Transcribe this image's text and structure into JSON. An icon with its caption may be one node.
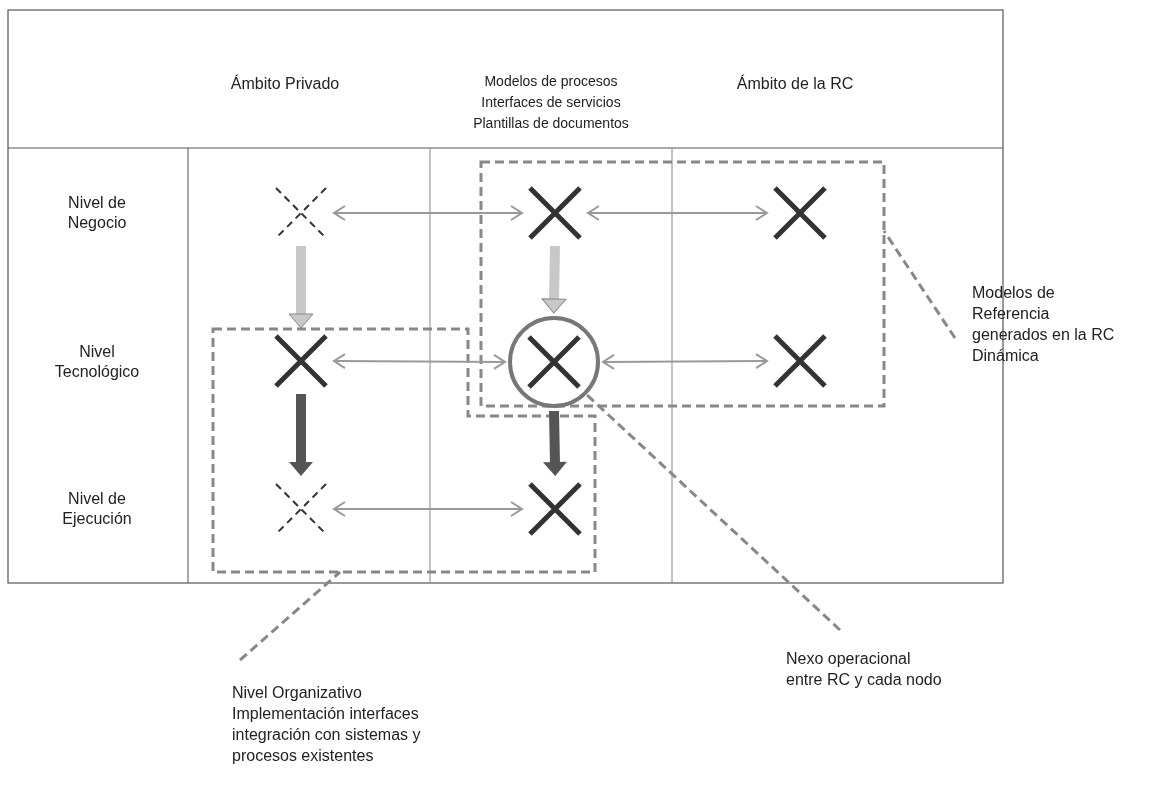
{
  "diagram": {
    "nodes": [
      {
        "text": [],
        "shape": "cross"
      },
      {
        "text": [],
        "shape": "cross",
        "in": 8
      },
      {
        "text": [],
        "shape": "cross",
        "in": 8
      },
      {
        "text": [],
        "shape": "cross",
        "in": 9
      },
      {
        "text": [],
        "shape": "circle",
        "in": 8
      },
      {
        "text": [],
        "shape": "cross",
        "in": 8
      },
      {
        "text": [],
        "shape": "cross",
        "in": 9
      },
      {
        "text": [],
        "shape": "cross",
        "in": 9
      },
      {
        "text": [],
        "shape": "box"
      },
      {
        "text": [],
        "shape": "box"
      },
      {
        "text": [
          "Modelos de Referencia generados en la RC Dinámica"
        ]
      },
      {
        "text": [
          "Nexo operacional entre RC y cada nodo"
        ]
      },
      {
        "text": [
          "Nivel Organizativo Implementación interfaces integración con sistemas y procesos existentes"
        ]
      }
    ],
    "edges": [
      {
        "from": 0,
        "to": 1,
        "arrow": "both"
      },
      {
        "from": 1,
        "to": 2,
        "arrow": "both"
      },
      {
        "from": 3,
        "to": 4,
        "arrow": "both"
      },
      {
        "from": 4,
        "to": 5,
        "arrow": "both"
      },
      {
        "from": 6,
        "to": 7,
        "arrow": "both"
      },
      {
        "from": 0,
        "to": 3,
        "arrow": "to",
        "style": "thick",
        "color": "#c8c8c8"
      },
      {
        "from": 1,
        "to": 4,
        "arrow": "to",
        "style": "thick",
        "color": "#c8c8c8"
      },
      {
        "from": 3,
        "to": 6,
        "arrow": "to",
        "style": "thick",
        "color": "#555555"
      },
      {
        "from": 4,
        "to": 7,
        "arrow": "to",
        "style": "thick",
        "color": "#555555"
      },
      {
        "from": 10,
        "to": 8,
        "arrow": "none",
        "style": "dashed",
        "color": "#888888"
      },
      {
        "from": 11,
        "to": 4,
        "arrow": "none",
        "style": "dashed",
        "color": "#888888"
      },
      {
        "from": 12,
        "to": 9,
        "arrow": "none",
        "style": "dashed",
        "color": "#888888"
      }
    ],
    "labels": [
      "Ámbito Privado",
      "Modelos de procesos Interfaces de servicios Plantillas de documentos",
      "Ámbito de la RC",
      "Nivel de Negocio",
      "Nivel Tecnológico",
      "Nivel de Ejecución"
    ]
  }
}
